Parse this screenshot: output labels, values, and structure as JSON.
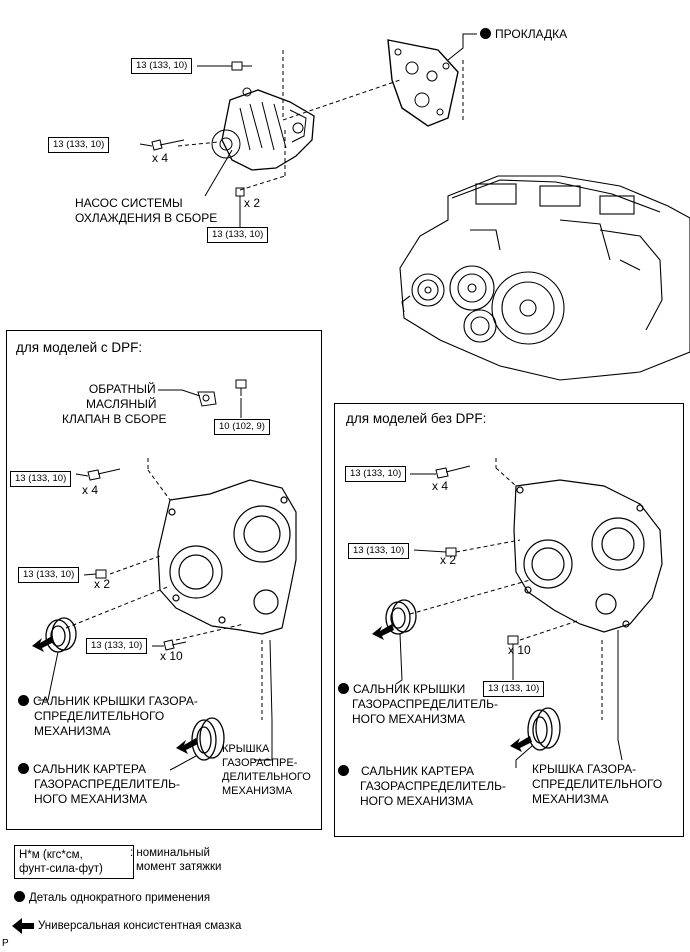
{
  "top": {
    "gasket_label": "ПРОКЛАДКА",
    "pump_label_l1": "НАСОС СИСТЕМЫ",
    "pump_label_l2": "ОХЛАЖДЕНИЯ В СБОРЕ",
    "torque_a": "13 (133, 10)",
    "torque_b": "13 (133, 10)",
    "torque_c": "13 (133, 10)",
    "mult_4": "x 4",
    "mult_2": "x 2"
  },
  "dpf_panel": {
    "title": "для моделей с DPF:",
    "valve_l1": "ОБРАТНЫЙ",
    "valve_l2": "МАСЛЯНЫЙ",
    "valve_l3": "КЛАПАН В СБОРЕ",
    "torque_valve": "10 (102, 9)",
    "torque_1": "13 (133, 10)",
    "mult_4": "x 4",
    "torque_2": "13 (133, 10)",
    "mult_2": "x 2",
    "torque_3": "13 (133, 10)",
    "mult_10": "x 10",
    "seal1_l1": "САЛЬНИК КРЫШКИ ГАЗОРА-",
    "seal1_l2": "СПРЕДЕЛИТЕЛЬНОГО",
    "seal1_l3": "МЕХАНИЗМА",
    "seal2_l1": "САЛЬНИК КАРТЕРА",
    "seal2_l2": "ГАЗОРАСПРЕДЕЛИТЕЛЬ-",
    "seal2_l3": "НОГО МЕХАНИЗМА",
    "cover_l1": "КРЫШКА",
    "cover_l2": "ГАЗОРАСПРЕ-",
    "cover_l3": "ДЕЛИТЕЛЬНОГО",
    "cover_l4": "МЕХАНИЗМА"
  },
  "nodpf_panel": {
    "title": "для моделей без DPF:",
    "torque_1": "13 (133, 10)",
    "mult_4": "x 4",
    "torque_2": "13 (133, 10)",
    "mult_2": "x 2",
    "mult_10": "x 10",
    "torque_3": "13 (133, 10)",
    "seal1_l1": "САЛЬНИК КРЫШКИ",
    "seal1_l2": "ГАЗОРАСПРЕДЕЛИТЕЛЬ-",
    "seal1_l3": "НОГО МЕХАНИЗМА",
    "seal2_l1": "САЛЬНИК КАРТЕРА",
    "seal2_l2": "ГАЗОРАСПРЕДЕЛИТЕЛЬ-",
    "seal2_l3": "НОГО МЕХАНИЗМА",
    "cover_l1": "КРЫШКА ГАЗОРА-",
    "cover_l2": "СПРЕДЕЛИТЕЛЬНОГО",
    "cover_l3": "МЕХАНИЗМА"
  },
  "legend": {
    "unit_l1": "Н*м (кгс*см,",
    "unit_l2": "фунт-сила-фут)",
    "unit_desc_l1": ": номинальный",
    "unit_desc_l2": "момент затяжки",
    "one_time": "Деталь однократного применения",
    "grease": "Универсальная консистентная смазка"
  },
  "corner_mark": "P"
}
